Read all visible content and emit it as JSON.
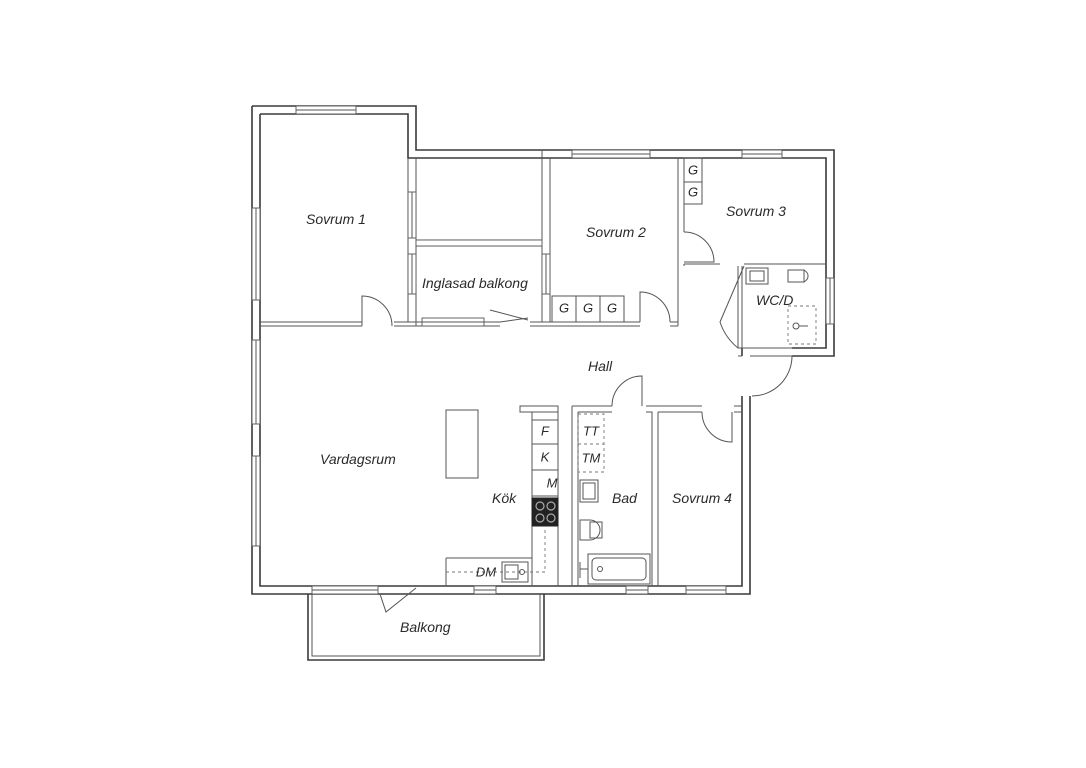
{
  "rooms": {
    "sovrum1": "Sovrum 1",
    "inglasad": "Inglasad balkong",
    "sovrum2": "Sovrum 2",
    "sovrum3": "Sovrum 3",
    "wcd": "WC/D",
    "hall": "Hall",
    "vardagsrum": "Vardagsrum",
    "kok": "Kök",
    "bad": "Bad",
    "sovrum4": "Sovrum 4",
    "balkong": "Balkong"
  },
  "fixtures": {
    "g": "G",
    "f": "F",
    "k": "K",
    "m": "M",
    "tt": "TT",
    "tm": "TM",
    "dm": "DM"
  }
}
